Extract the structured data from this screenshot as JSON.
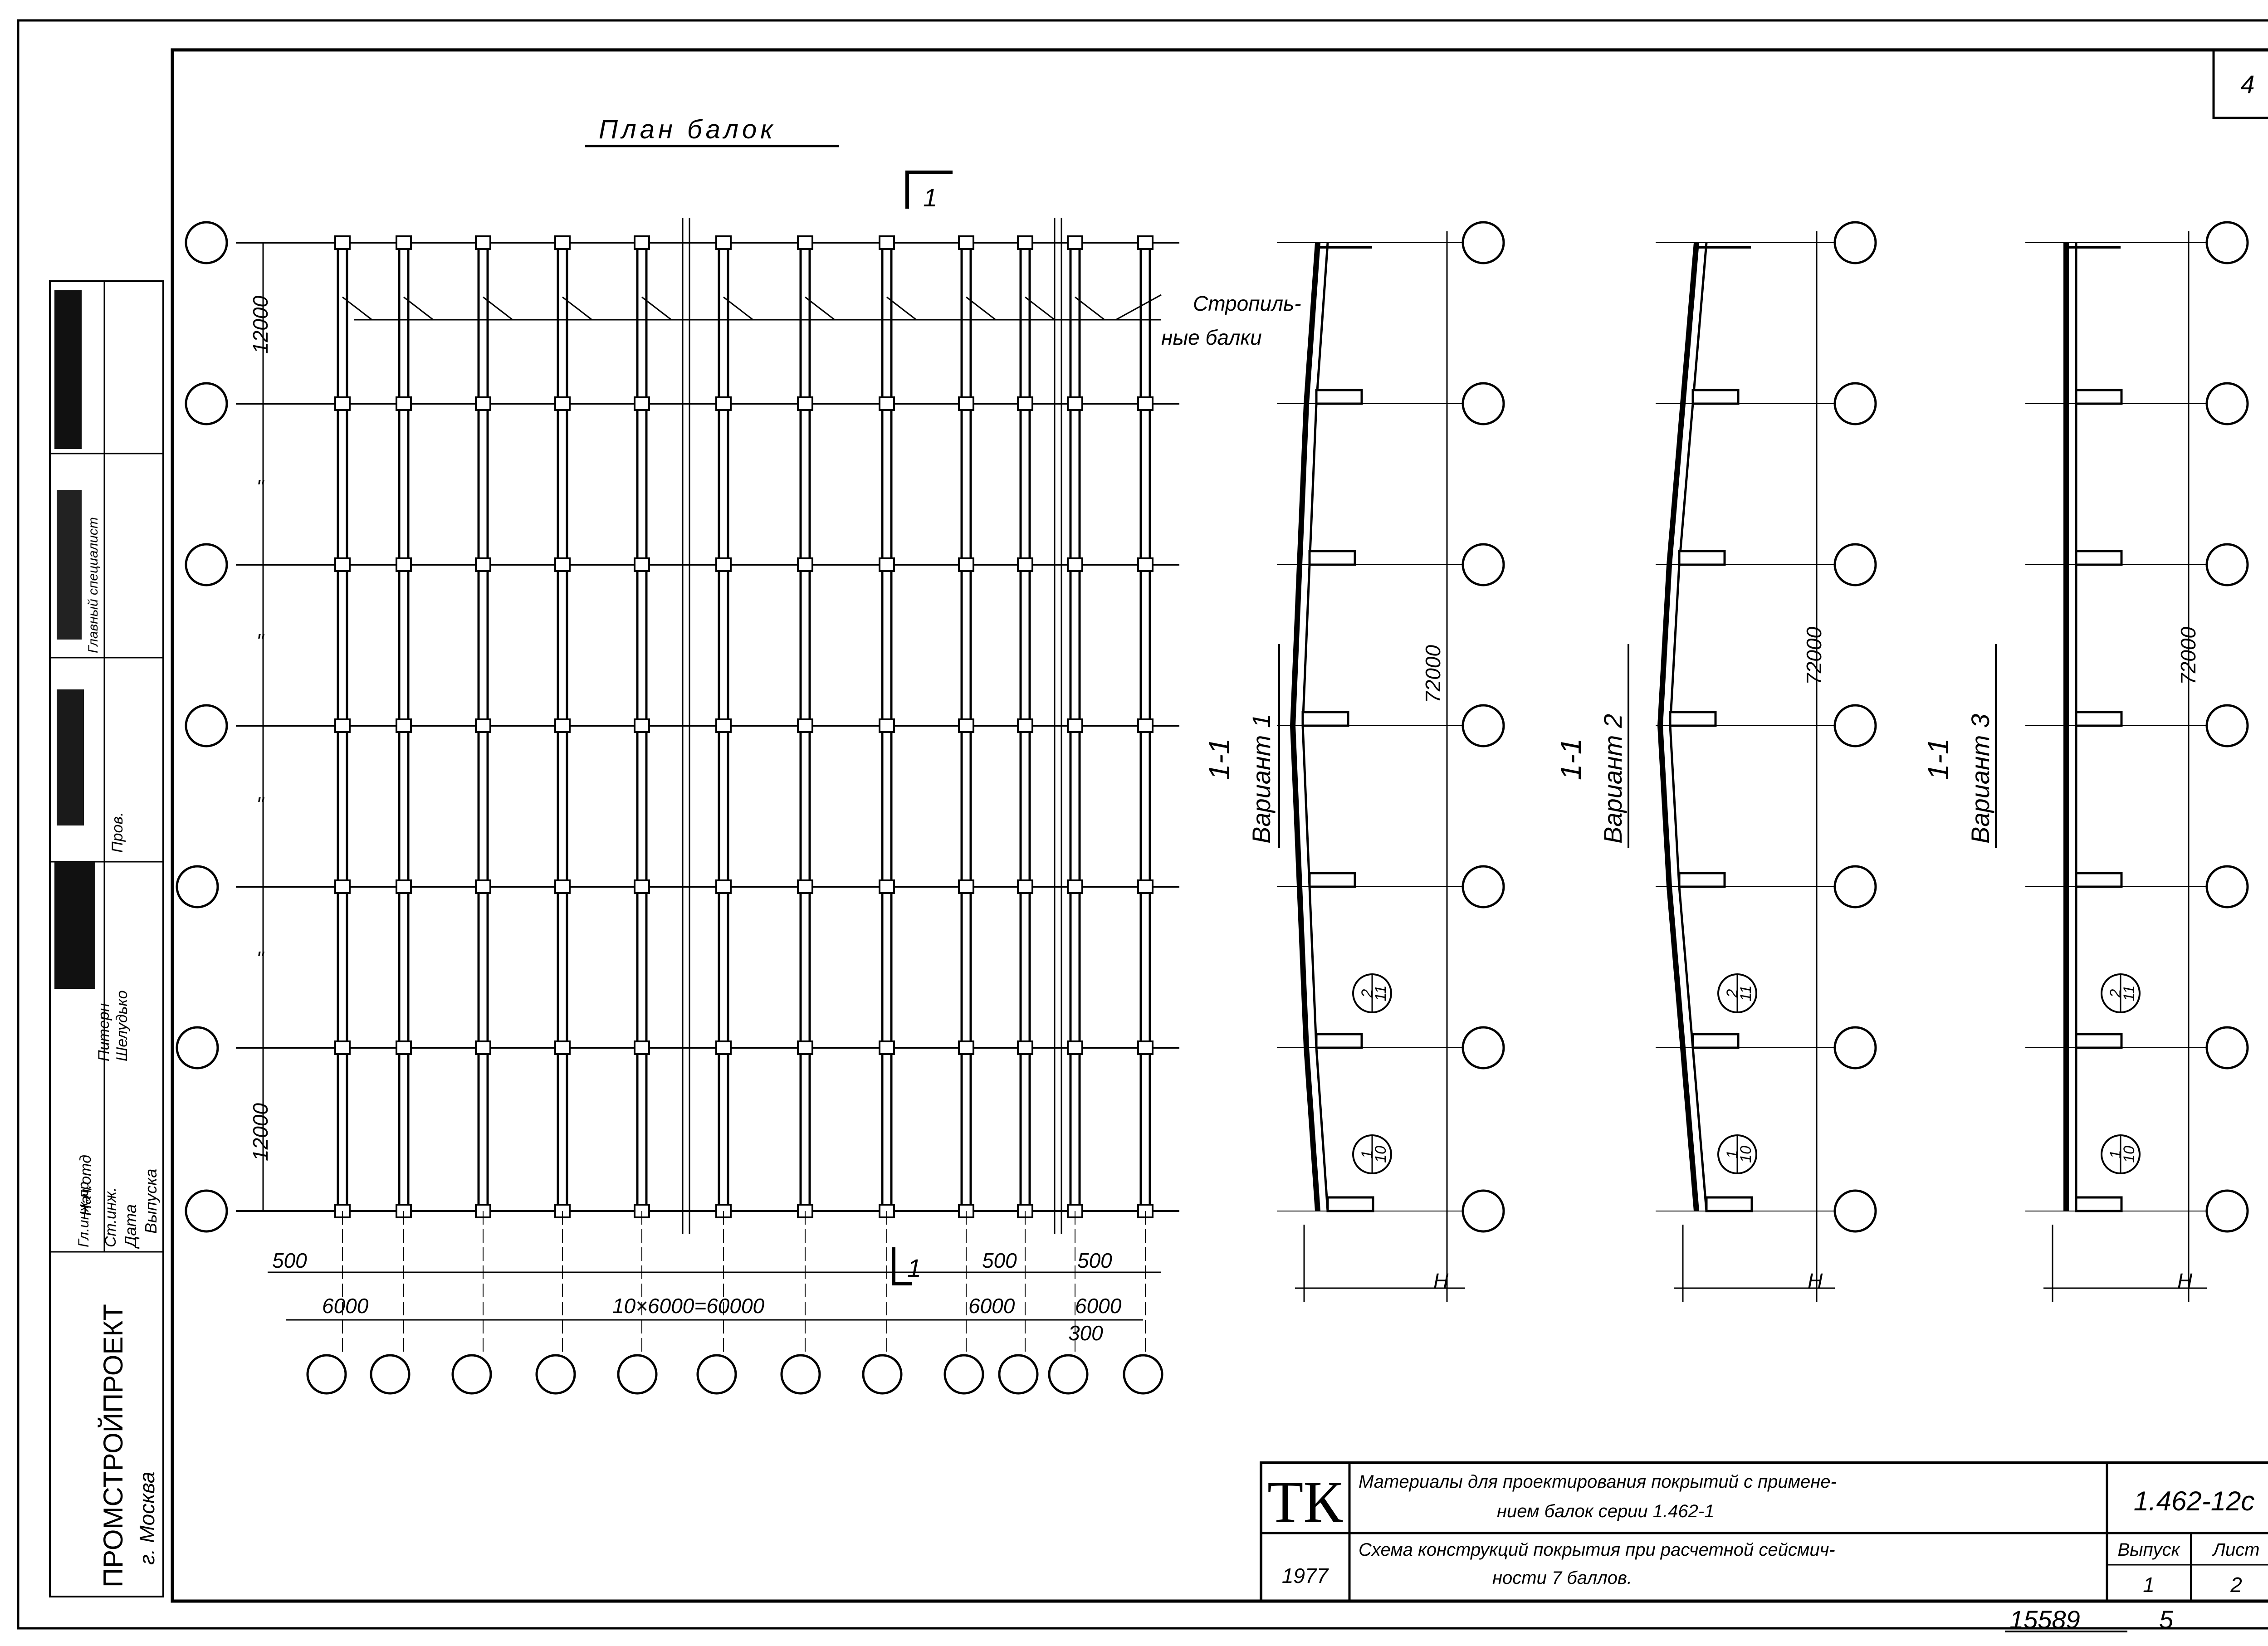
{
  "sheet": {
    "page_number": "4",
    "plan_title": "План балок",
    "section_mark": "1",
    "rafter_label_1": "Стропиль-",
    "rafter_label_2": "ные балки",
    "dim_12000_top": "12000",
    "dim_12000_bottom": "12000",
    "dim_repeat": "\"",
    "dim_500_left": "500",
    "dim_500_mid": "500",
    "dim_500_right": "500",
    "dim_6000_left": "6000",
    "dim_total": "10×6000=60000",
    "dim_6000_mid": "6000",
    "dim_6000_right": "6000",
    "dim_300": "300",
    "section_label": "1-1",
    "variant_1": "Вариант 1",
    "variant_2": "Вариант 2",
    "variant_3": "Вариант 3",
    "dim_72000": "72000",
    "dim_h": "Н",
    "callout_top": "2",
    "callout_top_sheet": "11",
    "callout_bottom": "1",
    "callout_bottom_sheet": "10"
  },
  "left_stamp": {
    "org_name": "ПРОМСТРОЙПРОЕКТ",
    "city": "г. Москва",
    "rows": [
      "Нач.отд",
      "Гл.инж.пр",
      "Ст.инж.",
      "Дата",
      "Выпуска"
    ],
    "names": [
      "Питерн",
      "Шелудько"
    ],
    "blurred_1": "Главный специалист",
    "blurred_2": "Пров."
  },
  "title_block": {
    "logo": "ТК",
    "year": "1977",
    "title_line_1": "Материалы для проектирования покрытий с примене-",
    "title_line_2": "нием балок серии 1.462-1",
    "subtitle_line_1": "Схема конструкций покрытия при расчетной сейсмич-",
    "subtitle_line_2": "ности 7 баллов.",
    "series_code": "1.462-12с",
    "issue_label": "Выпуск",
    "issue_value": "1",
    "sheet_label": "Лист",
    "sheet_value": "2",
    "archive_no": "15589",
    "archive_suffix": "5"
  }
}
